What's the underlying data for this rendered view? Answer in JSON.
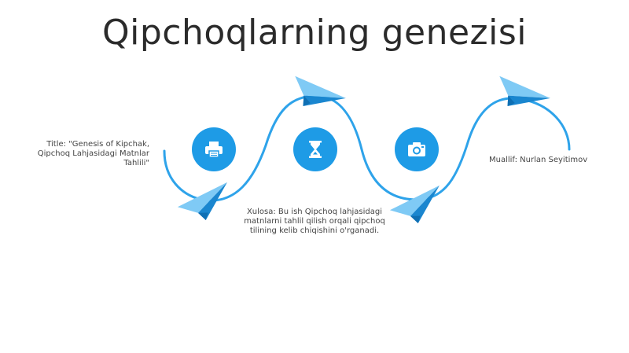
{
  "slide": {
    "title": "Qipchoqlarning genezisi"
  },
  "notes": {
    "left": "Title: \"Genesis of Kipchak, Qipchoq Lahjasidagi Matnlar Tahlili\"",
    "middle": "Xulosa: Bu ish Qipchoq lahjasidagi matnlarni tahlil qilish orqali qipchoq tilining kelib chiqishini o'rganadi.",
    "right": "Muallif: Nurlan Seyitimov"
  },
  "icons": [
    "printer-icon",
    "hourglass-icon",
    "camera-icon"
  ],
  "colors": {
    "accent": "#1e9be6",
    "path": "#2ea3ea",
    "plane_light": "#7fcaf5",
    "plane_dark": "#1a86cf"
  }
}
